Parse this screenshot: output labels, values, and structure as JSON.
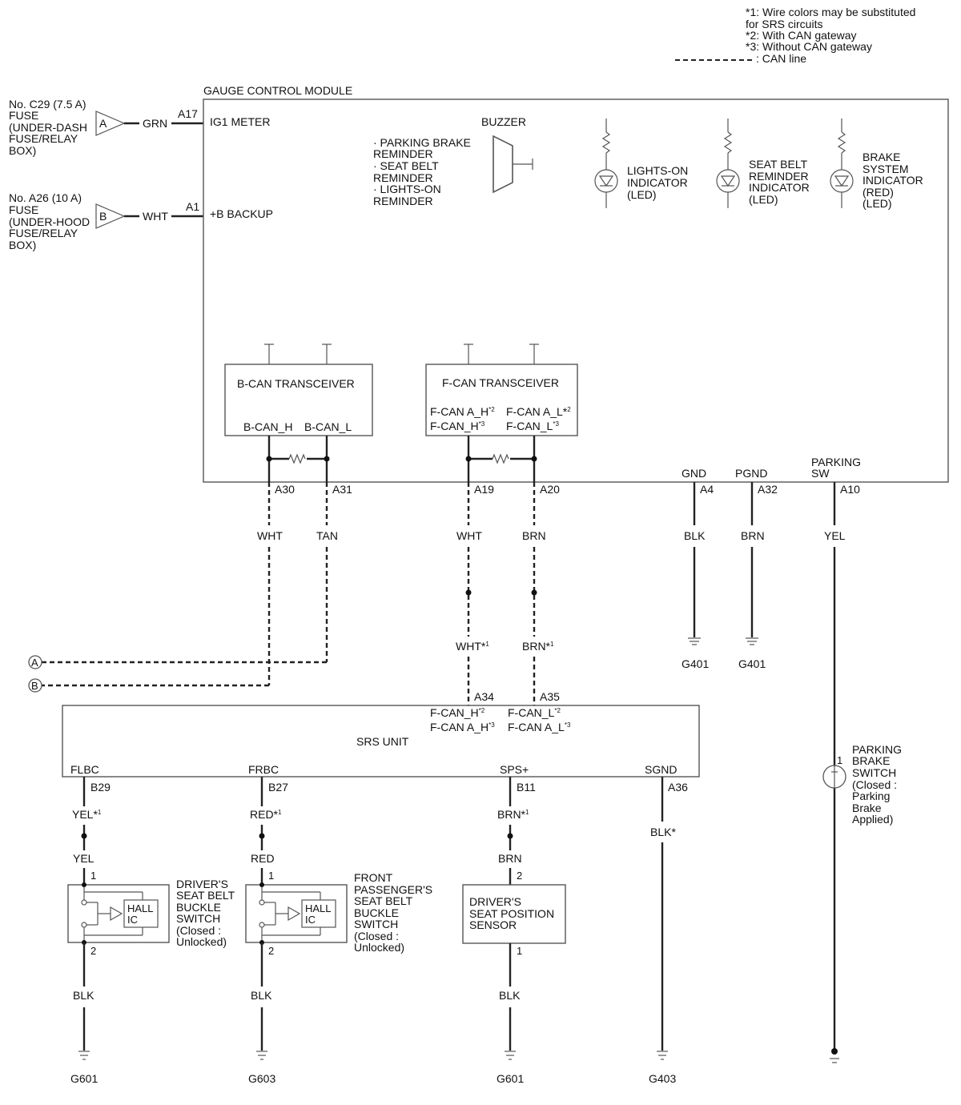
{
  "notes": [
    "*1: Wire colors may be substituted",
    "for SRS circuits",
    "*2: With CAN gateway",
    "*3: Without CAN gateway",
    ": CAN line"
  ],
  "fuse_a": {
    "lines": [
      "No. C29 (7.5 A)",
      "FUSE",
      "(UNDER-DASH",
      "FUSE/RELAY",
      "BOX)"
    ],
    "letter": "A",
    "wire": "GRN",
    "pin": "A17",
    "signal": "IG1 METER"
  },
  "fuse_b": {
    "lines": [
      "No. A26 (10 A)",
      "FUSE",
      "(UNDER-HOOD",
      "FUSE/RELAY",
      "BOX)"
    ],
    "letter": "B",
    "wire": "WHT",
    "pin": "A1",
    "signal": "+B BACKUP"
  },
  "gcm": {
    "title": "GAUGE CONTROL MODULE",
    "buzzer": "BUZZER",
    "reminders": [
      "· PARKING BRAKE",
      "REMINDER",
      "· SEAT BELT",
      "REMINDER",
      "· LIGHTS-ON",
      "REMINDER"
    ],
    "lights_on": [
      "LIGHTS-ON",
      "INDICATOR",
      "(LED)"
    ],
    "seat_belt": [
      "SEAT BELT",
      "REMINDER",
      "INDICATOR",
      "(LED)"
    ],
    "brake": [
      "BRAKE",
      "SYSTEM",
      "INDICATOR",
      "(RED)",
      "(LED)"
    ],
    "bcan_title": "B-CAN TRANSCEIVER",
    "bcan_h": "B-CAN_H",
    "bcan_l": "B-CAN_L",
    "fcan_title": "F-CAN TRANSCEIVER",
    "fcan_ah": "F-CAN A_H",
    "fcan_al": "F-CAN A_L*",
    "fcan_h": "F-CAN_H",
    "fcan_l": "F-CAN_L",
    "star": "*",
    "sup2": "2",
    "sup3": "3",
    "gnd": "GND",
    "pgnd": "PGND",
    "parking_sw": [
      "PARKING",
      "SW"
    ]
  },
  "pins": {
    "a30": "A30",
    "a31": "A31",
    "a19": "A19",
    "a20": "A20",
    "a4": "A4",
    "a32": "A32",
    "a10": "A10",
    "a34": "A34",
    "a35": "A35"
  },
  "wires": {
    "wht": "WHT",
    "tan": "TAN",
    "brn": "BRN",
    "blk": "BLK",
    "yel": "YEL",
    "red": "RED",
    "wht1": "WHT*",
    "brn1": "BRN*",
    "yel1": "YEL*",
    "red1": "RED*",
    "blk_star": "BLK*",
    "sup1": "1"
  },
  "connectors": {
    "a": "A",
    "b": "B"
  },
  "grounds": {
    "g401a": "G401",
    "g401b": "G401",
    "g601a": "G601",
    "g603": "G603",
    "g601b": "G601",
    "g403": "G403"
  },
  "srs": {
    "title": "SRS UNIT",
    "can_h": "F-CAN_H",
    "can_ah": "F-CAN A_H",
    "can_l": "F-CAN_L",
    "can_al": "F-CAN A_L",
    "flbc": "FLBC",
    "frbc": "FRBC",
    "sps": "SPS+",
    "sgnd": "SGND",
    "b29": "B29",
    "b27": "B27",
    "b11": "B11",
    "a36": "A36"
  },
  "parking_brake_switch": {
    "pin": "1",
    "lines": [
      "PARKING",
      "BRAKE",
      "SWITCH",
      "(Closed :",
      "Parking",
      "Brake",
      "Applied)"
    ]
  },
  "driver_buckle": {
    "pin1": "1",
    "pin2": "2",
    "hall": [
      "HALL",
      "IC"
    ],
    "lines": [
      "DRIVER'S",
      "SEAT BELT",
      "BUCKLE",
      "SWITCH",
      "(Closed :",
      "Unlocked)"
    ]
  },
  "passenger_buckle": {
    "pin1": "1",
    "pin2": "2",
    "hall": [
      "HALL",
      "IC"
    ],
    "lines": [
      "FRONT",
      "PASSENGER'S",
      "SEAT BELT",
      "BUCKLE",
      "SWITCH",
      "(Closed :",
      "Unlocked)"
    ]
  },
  "position_sensor": {
    "pin2": "2",
    "pin1": "1",
    "lines": [
      "DRIVER'S",
      "SEAT POSITION",
      "SENSOR"
    ]
  }
}
